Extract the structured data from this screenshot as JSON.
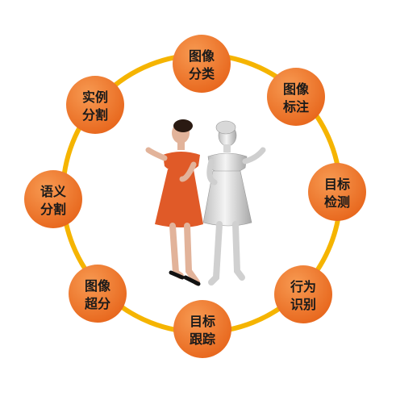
{
  "diagram": {
    "ring_color": "#f5b400",
    "node_color": "#e8681e",
    "node_highlight": "#f79a52",
    "dress_color": "#e05a28",
    "nodes": [
      {
        "id": "image-classification",
        "lines": [
          "图像",
          "分类"
        ]
      },
      {
        "id": "image-annotation",
        "lines": [
          "图像",
          "标注"
        ]
      },
      {
        "id": "object-detection",
        "lines": [
          "目标",
          "检测"
        ]
      },
      {
        "id": "action-recognition",
        "lines": [
          "行为",
          "识别"
        ]
      },
      {
        "id": "object-tracking",
        "lines": [
          "目标",
          "跟踪"
        ]
      },
      {
        "id": "image-super-resolution",
        "lines": [
          "图像",
          "超分"
        ]
      },
      {
        "id": "semantic-segmentation",
        "lines": [
          "语义",
          "分割"
        ]
      },
      {
        "id": "instance-segmentation",
        "lines": [
          "实例",
          "分割"
        ]
      }
    ]
  }
}
